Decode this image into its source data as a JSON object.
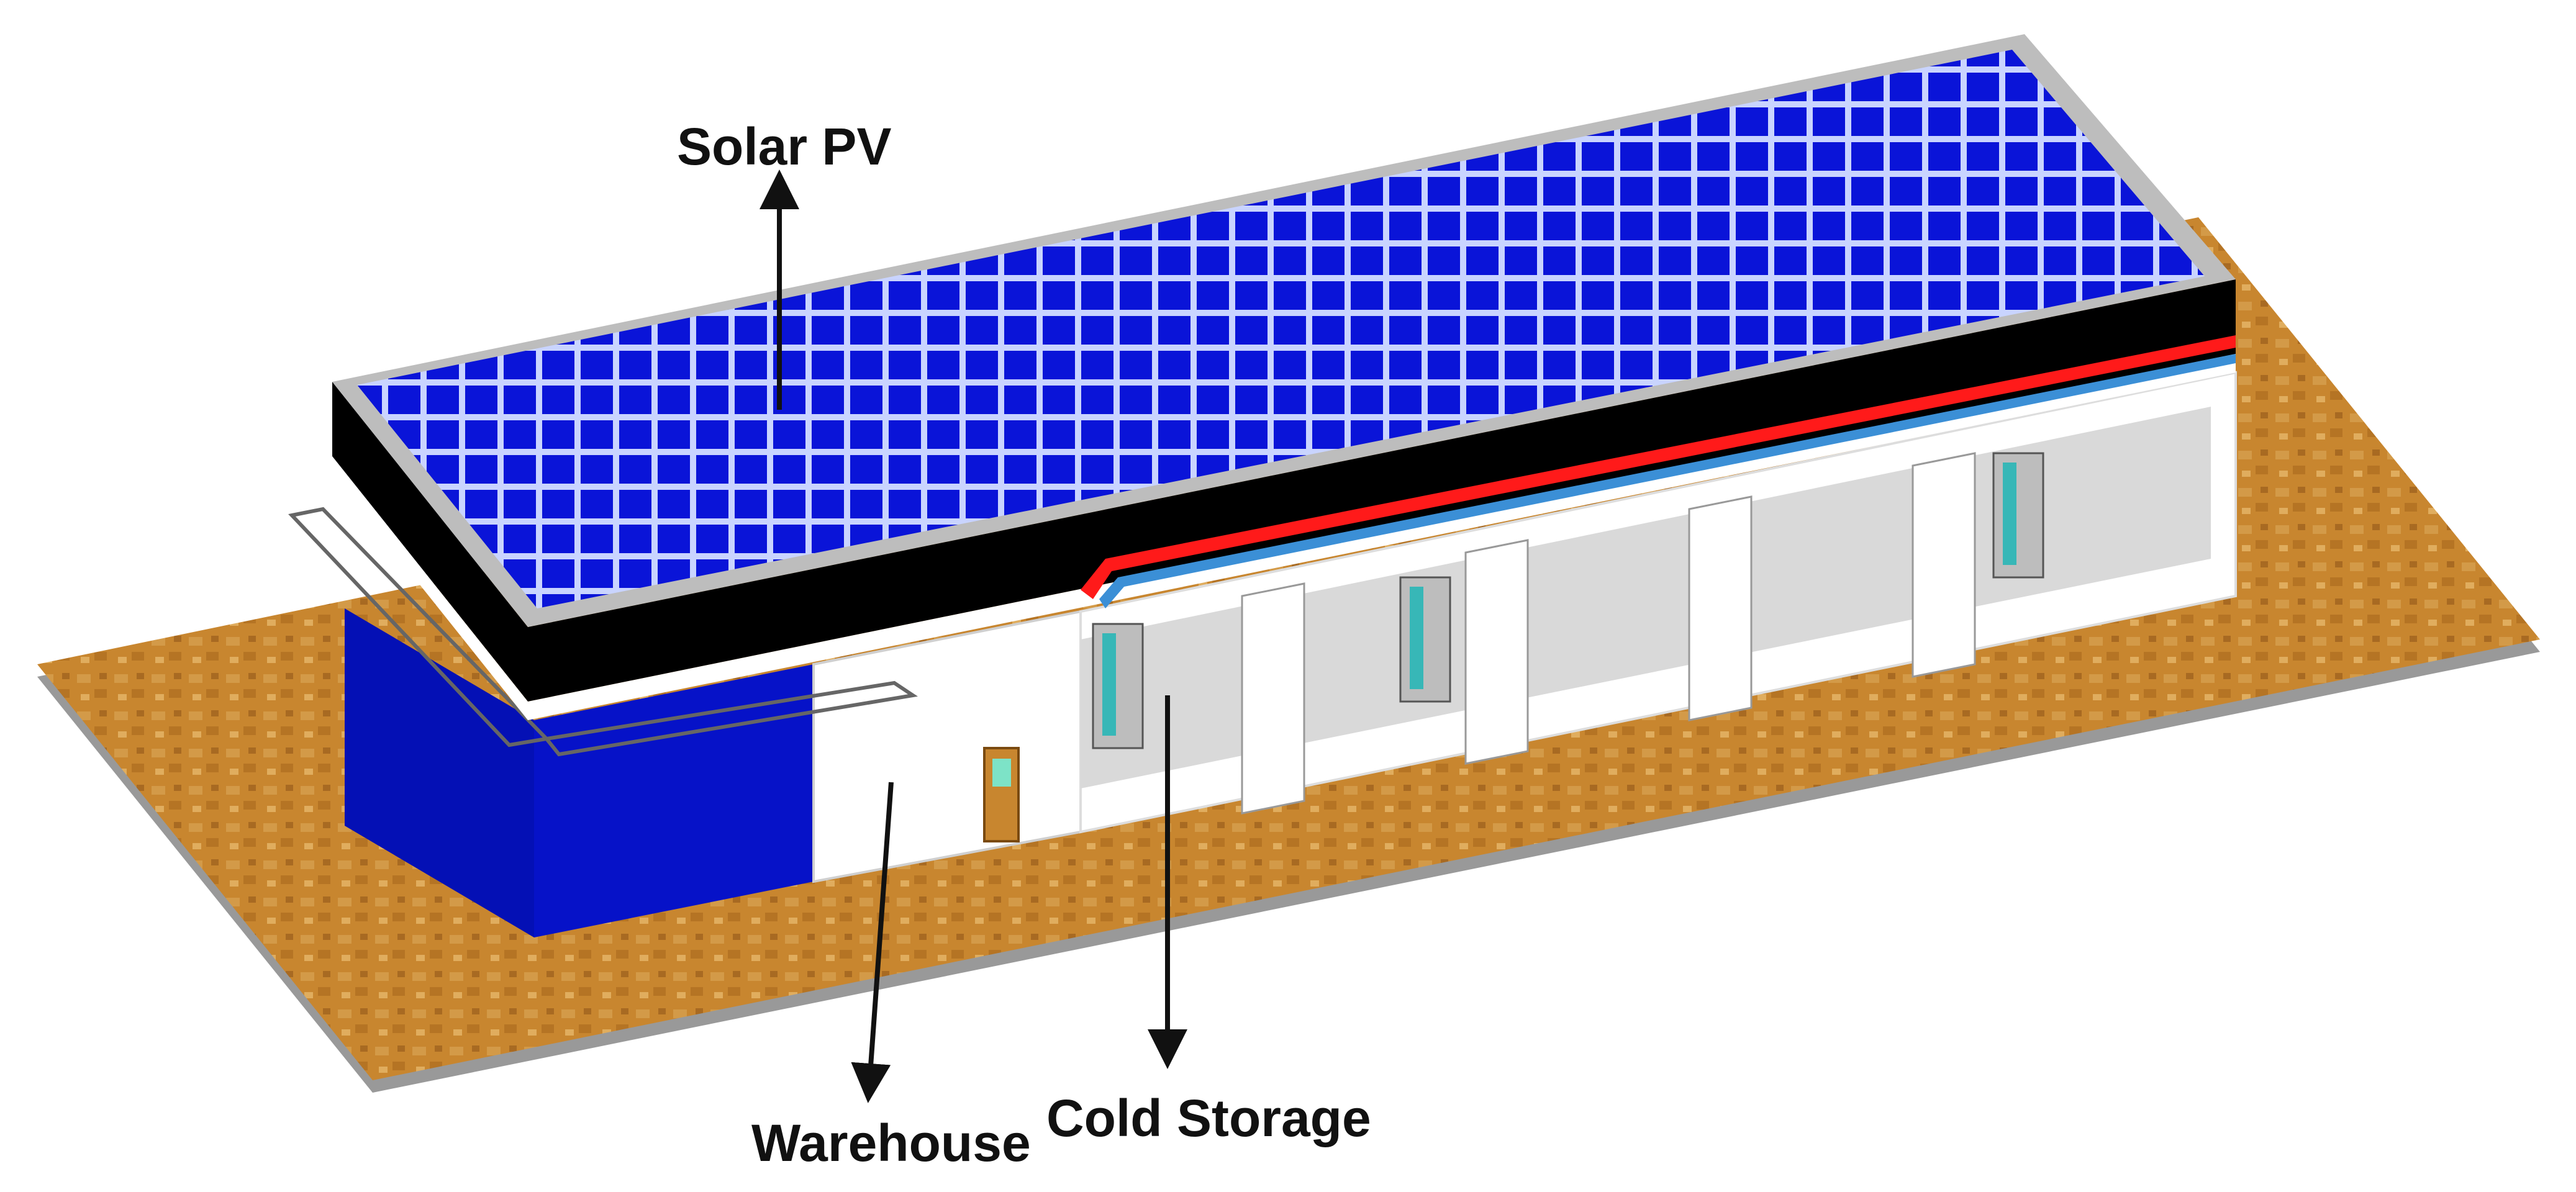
{
  "labels": {
    "solar_pv": "Solar PV",
    "warehouse": "Warehouse",
    "cold_storage": "Cold Storage"
  },
  "colors": {
    "ground": "#c8862f",
    "ground_dark": "#a86a22",
    "panel": "#0a14d8",
    "panel_grid": "#c9d4ff",
    "wall": "#ffffff",
    "fascia": "#000000",
    "warehouse_wall": "#0612c8",
    "stripe_red": "#ff1a1a",
    "stripe_blue": "#3b8fd6",
    "frame_gray": "#bdbdbd",
    "door_glass": "#37b7b7"
  }
}
